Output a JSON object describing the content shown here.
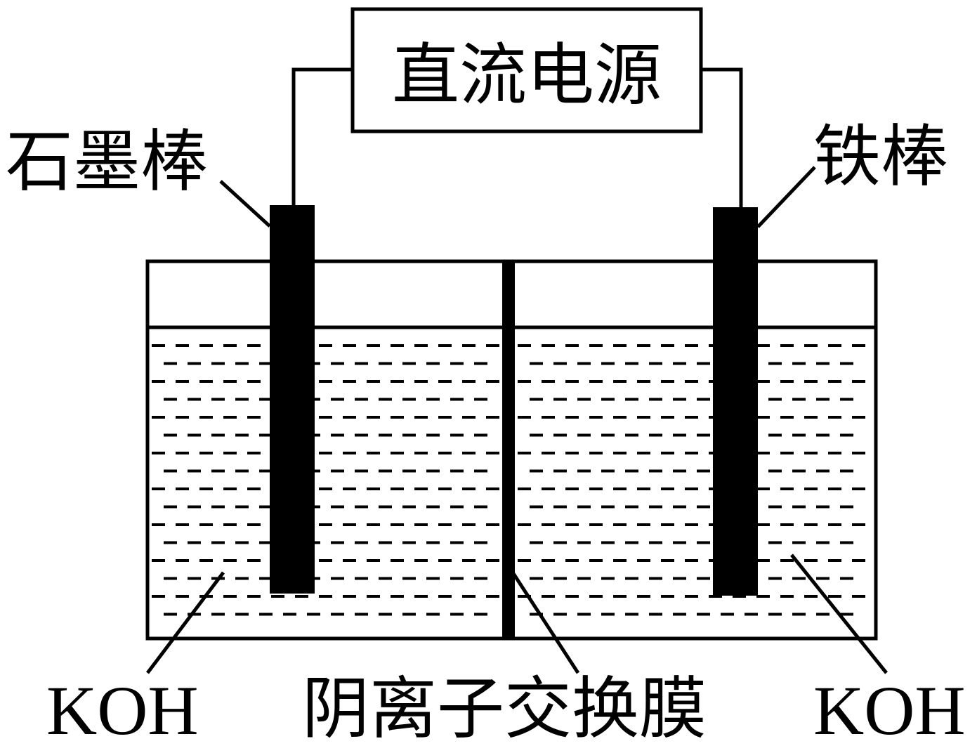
{
  "labels": {
    "power_supply": "直流电源",
    "graphite_rod": "石墨棒",
    "iron_rod": "铁棒",
    "electrolyte_left": "KOH",
    "membrane": "阴离子交换膜",
    "electrolyte_right": "KOH"
  },
  "colors": {
    "ink": "#000000",
    "background": "#ffffff"
  }
}
